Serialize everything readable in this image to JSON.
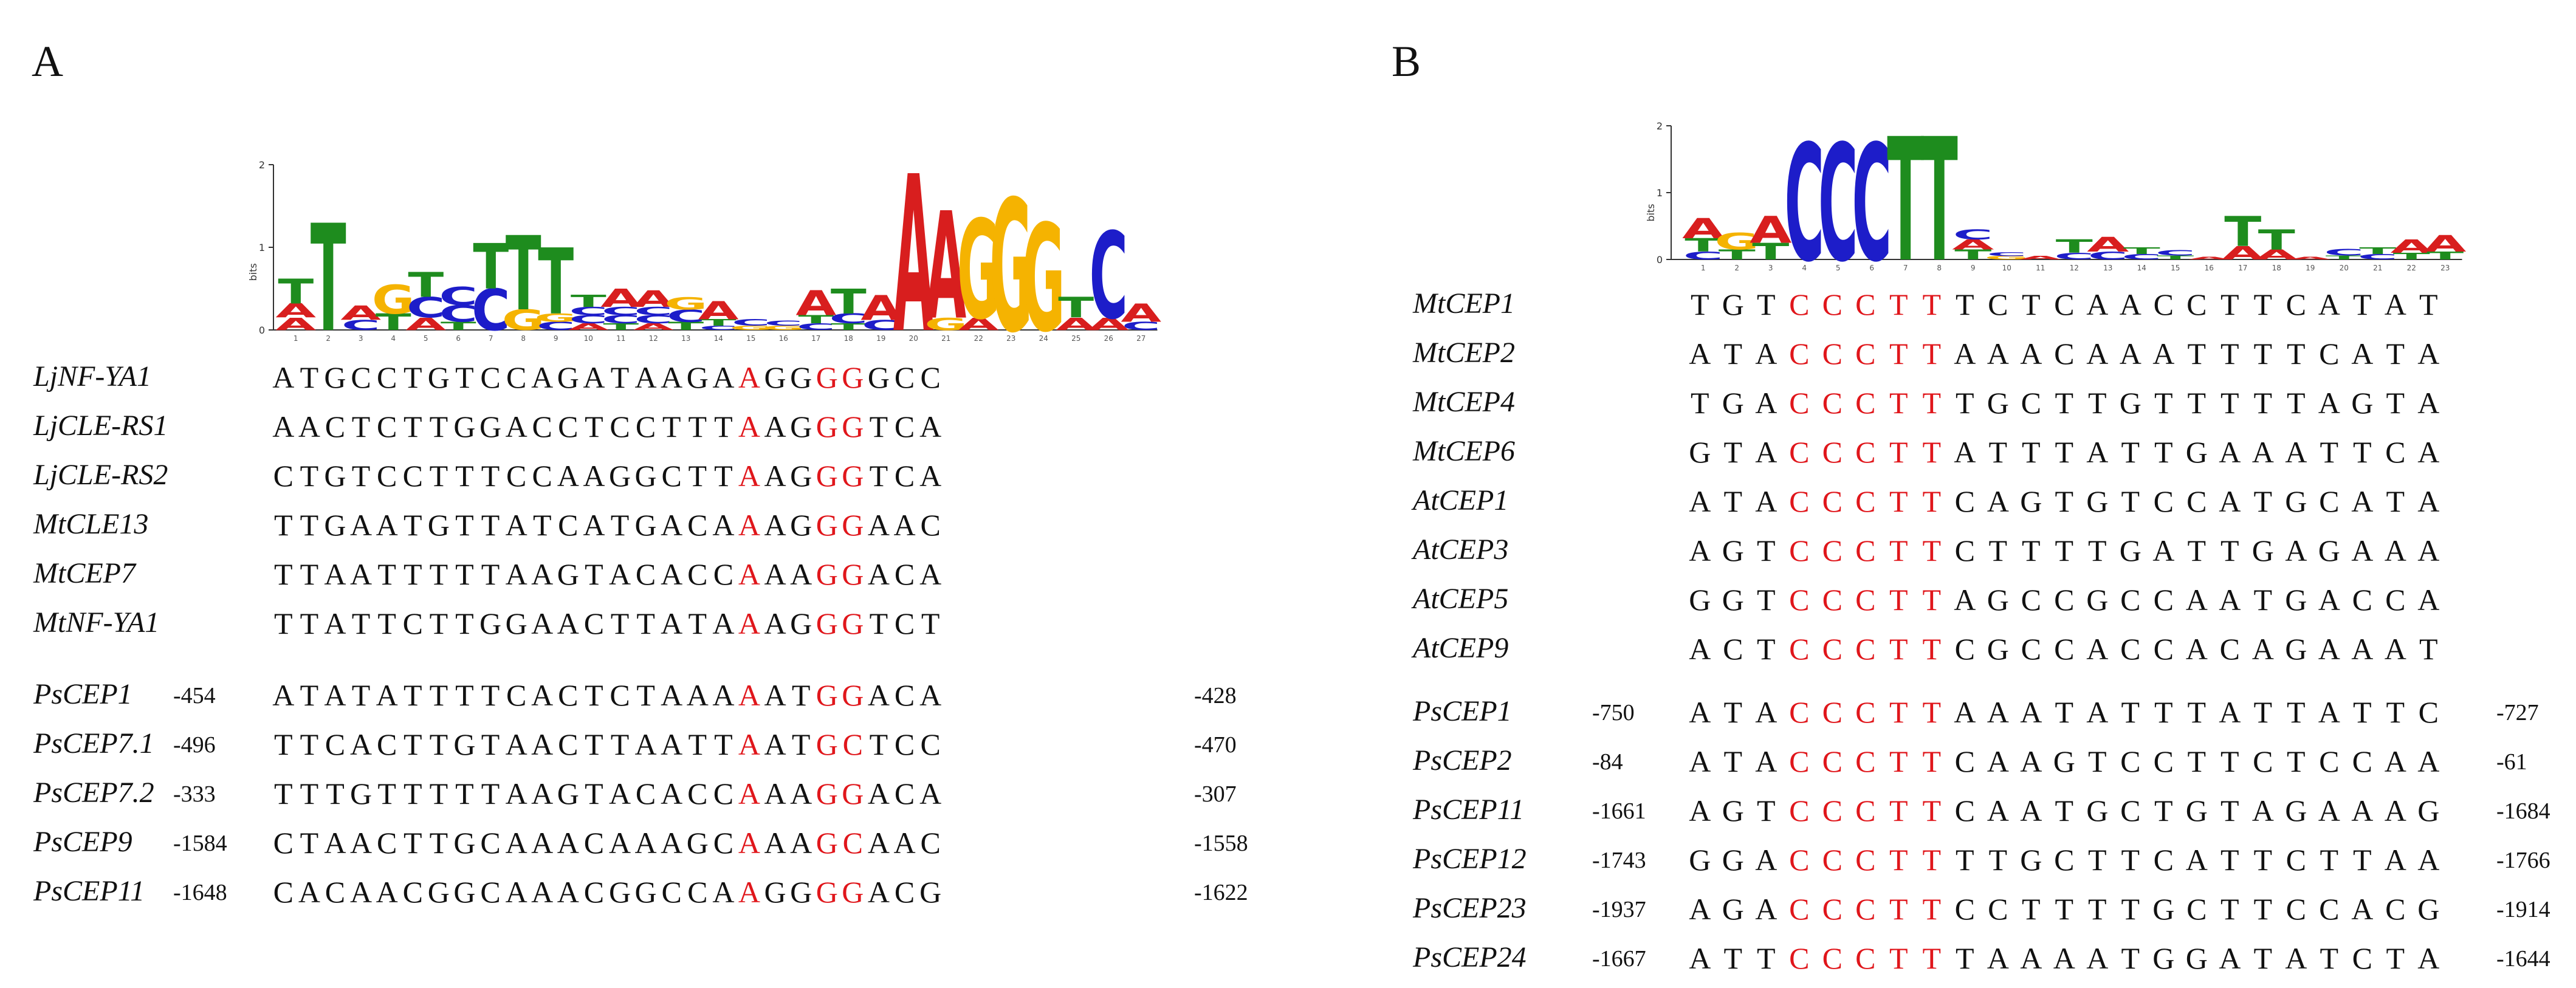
{
  "colors": {
    "A": "#d81e1e",
    "C": "#1d1dc9",
    "G": "#f5b301",
    "T": "#1e8c1e",
    "highlight": "#e0161b",
    "text": "#111111"
  },
  "panels": [
    {
      "letter": "A",
      "logo": {
        "ylabel": "bits",
        "yticks": [
          "0",
          "1",
          "2"
        ],
        "positions": [
          {
            "n": "1",
            "stack": [
              [
                "A",
                0.15
              ],
              [
                "A",
                0.17
              ],
              [
                "T",
                0.3
              ]
            ]
          },
          {
            "n": "2",
            "stack": [
              [
                "T",
                1.3
              ]
            ]
          },
          {
            "n": "3",
            "stack": [
              [
                "C",
                0.12
              ],
              [
                "A",
                0.17
              ]
            ]
          },
          {
            "n": "4",
            "stack": [
              [
                "T",
                0.2
              ],
              [
                "G",
                0.35
              ]
            ]
          },
          {
            "n": "5",
            "stack": [
              [
                "A",
                0.15
              ],
              [
                "C",
                0.25
              ],
              [
                "T",
                0.3
              ]
            ]
          },
          {
            "n": "6",
            "stack": [
              [
                "T",
                0.1
              ],
              [
                "C",
                0.2
              ],
              [
                "C",
                0.22
              ]
            ]
          },
          {
            "n": "7",
            "stack": [
              [
                "C",
                0.5
              ],
              [
                "T",
                0.55
              ]
            ]
          },
          {
            "n": "8",
            "stack": [
              [
                "G",
                0.25
              ],
              [
                "T",
                0.9
              ]
            ]
          },
          {
            "n": "9",
            "stack": [
              [
                "C",
                0.1
              ],
              [
                "G",
                0.1
              ],
              [
                "T",
                0.8
              ]
            ]
          },
          {
            "n": "10",
            "stack": [
              [
                "A",
                0.08
              ],
              [
                "C",
                0.1
              ],
              [
                "C",
                0.1
              ],
              [
                "T",
                0.15
              ]
            ]
          },
          {
            "n": "11",
            "stack": [
              [
                "T",
                0.08
              ],
              [
                "C",
                0.1
              ],
              [
                "C",
                0.1
              ],
              [
                "A",
                0.22
              ]
            ]
          },
          {
            "n": "12",
            "stack": [
              [
                "A",
                0.08
              ],
              [
                "C",
                0.1
              ],
              [
                "C",
                0.1
              ],
              [
                "A",
                0.2
              ]
            ]
          },
          {
            "n": "13",
            "stack": [
              [
                "T",
                0.1
              ],
              [
                "C",
                0.15
              ],
              [
                "G",
                0.15
              ]
            ]
          },
          {
            "n": "14",
            "stack": [
              [
                "C",
                0.05
              ],
              [
                "T",
                0.08
              ],
              [
                "A",
                0.22
              ]
            ]
          },
          {
            "n": "15",
            "stack": [
              [
                "G",
                0.05
              ],
              [
                "C",
                0.08
              ]
            ]
          },
          {
            "n": "16",
            "stack": [
              [
                "G",
                0.05
              ],
              [
                "C",
                0.06
              ]
            ]
          },
          {
            "n": "17",
            "stack": [
              [
                "C",
                0.08
              ],
              [
                "T",
                0.1
              ],
              [
                "A",
                0.3
              ]
            ]
          },
          {
            "n": "18",
            "stack": [
              [
                "T",
                0.08
              ],
              [
                "C",
                0.12
              ],
              [
                "T",
                0.3
              ]
            ]
          },
          {
            "n": "19",
            "stack": [
              [
                "C",
                0.12
              ],
              [
                "A",
                0.3
              ]
            ]
          },
          {
            "n": "20",
            "stack": [
              [
                "A",
                1.9
              ]
            ]
          },
          {
            "n": "21",
            "stack": [
              [
                "G",
                0.15
              ],
              [
                "A",
                1.3
              ]
            ]
          },
          {
            "n": "22",
            "stack": [
              [
                "A",
                0.15
              ],
              [
                "G",
                1.2
              ]
            ]
          },
          {
            "n": "23",
            "stack": [
              [
                "G",
                1.6
              ]
            ]
          },
          {
            "n": "24",
            "stack": [
              [
                "G",
                1.3
              ]
            ]
          },
          {
            "n": "25",
            "stack": [
              [
                "A",
                0.15
              ],
              [
                "T",
                0.25
              ]
            ]
          },
          {
            "n": "26",
            "stack": [
              [
                "A",
                0.15
              ],
              [
                "C",
                1.05
              ]
            ]
          },
          {
            "n": "27",
            "stack": [
              [
                "C",
                0.1
              ],
              [
                "A",
                0.22
              ]
            ]
          }
        ]
      },
      "groups": [
        {
          "rows": [
            {
              "name": "LjNF-YA1",
              "seq": "ATGCCTGTCCAGATAAGAAGGGGGCC",
              "hl": [
                18,
                21,
                22
              ]
            },
            {
              "name": "LjCLE-RS1",
              "seq": "AACTCTTGGACCTCCTTTAAGGGTCA",
              "hl": [
                18,
                21,
                22
              ]
            },
            {
              "name": "LjCLE-RS2",
              "seq": "CTGTCCTTTCCAAGGCTTAAGGGTCA",
              "hl": [
                18,
                21,
                22
              ]
            },
            {
              "name": "MtCLE13",
              "seq": "TTGAATGTTATCATGACAAAGGGAAC",
              "hl": [
                18,
                21,
                22
              ]
            },
            {
              "name": "MtCEP7",
              "seq": "TTAATTTTTAAGTACACCAAAGGACA",
              "hl": [
                18,
                21,
                22
              ]
            },
            {
              "name": "MtNF-YA1",
              "seq": "TTATTCTTGGAACTTATAAAGGGTCT",
              "hl": [
                18,
                21,
                22
              ]
            }
          ]
        },
        {
          "rows": [
            {
              "name": "PsCEP1",
              "start": "-454",
              "seq": "ATATATTTTCACTCTAAAAATGGACA",
              "end": "-428",
              "hl": [
                18,
                21,
                22
              ]
            },
            {
              "name": "PsCEP7.1",
              "start": "-496",
              "seq": "TTCACTTGTAACTTAATTAATGCTCC",
              "end": "-470",
              "hl": [
                18,
                21,
                22
              ]
            },
            {
              "name": "PsCEP7.2",
              "start": "-333",
              "seq": "TTTGTTTTTAAGTACACCAAAGGACA",
              "end": "-307",
              "hl": [
                18,
                21,
                22
              ]
            },
            {
              "name": "PsCEP9",
              "start": "-1584",
              "seq": "CTAACTTGCAAACAAAGCAAAGCAAC",
              "end": "-1558",
              "hl": [
                18,
                21,
                22
              ]
            },
            {
              "name": "PsCEP11",
              "start": "-1648",
              "seq": "CACAACGGCAAACGGCCAAGGGGACG",
              "end": "-1622",
              "hl": [
                18,
                21,
                22
              ]
            }
          ]
        }
      ]
    },
    {
      "letter": "B",
      "logo": {
        "ylabel": "bits",
        "yticks": [
          "0",
          "1",
          "2"
        ],
        "positions": [
          {
            "n": "1",
            "stack": [
              [
                "C",
                0.12
              ],
              [
                "T",
                0.2
              ],
              [
                "A",
                0.3
              ]
            ]
          },
          {
            "n": "2",
            "stack": [
              [
                "T",
                0.15
              ],
              [
                "G",
                0.25
              ]
            ]
          },
          {
            "n": "3",
            "stack": [
              [
                "T",
                0.25
              ],
              [
                "A",
                0.4
              ]
            ]
          },
          {
            "n": "4",
            "stack": [
              [
                "C",
                1.75
              ]
            ]
          },
          {
            "n": "5",
            "stack": [
              [
                "C",
                1.75
              ]
            ]
          },
          {
            "n": "6",
            "stack": [
              [
                "C",
                1.75
              ]
            ]
          },
          {
            "n": "7",
            "stack": [
              [
                "T",
                1.85
              ]
            ]
          },
          {
            "n": "8",
            "stack": [
              [
                "T",
                1.85
              ]
            ]
          },
          {
            "n": "9",
            "stack": [
              [
                "T",
                0.15
              ],
              [
                "A",
                0.15
              ],
              [
                "C",
                0.15
              ]
            ]
          },
          {
            "n": "10",
            "stack": [
              [
                "G",
                0.05
              ],
              [
                "C",
                0.06
              ]
            ]
          },
          {
            "n": "11",
            "stack": [
              [
                "A",
                0.05
              ]
            ]
          },
          {
            "n": "12",
            "stack": [
              [
                "C",
                0.1
              ],
              [
                "T",
                0.2
              ]
            ]
          },
          {
            "n": "13",
            "stack": [
              [
                "C",
                0.12
              ],
              [
                "A",
                0.22
              ]
            ]
          },
          {
            "n": "14",
            "stack": [
              [
                "C",
                0.08
              ],
              [
                "T",
                0.1
              ]
            ]
          },
          {
            "n": "15",
            "stack": [
              [
                "T",
                0.06
              ],
              [
                "C",
                0.08
              ]
            ]
          },
          {
            "n": "16",
            "stack": [
              [
                "A",
                0.04
              ]
            ]
          },
          {
            "n": "17",
            "stack": [
              [
                "A",
                0.2
              ],
              [
                "T",
                0.45
              ]
            ]
          },
          {
            "n": "18",
            "stack": [
              [
                "A",
                0.15
              ],
              [
                "T",
                0.3
              ]
            ]
          },
          {
            "n": "19",
            "stack": [
              [
                "A",
                0.04
              ]
            ]
          },
          {
            "n": "20",
            "stack": [
              [
                "T",
                0.06
              ],
              [
                "C",
                0.1
              ]
            ]
          },
          {
            "n": "21",
            "stack": [
              [
                "C",
                0.08
              ],
              [
                "T",
                0.1
              ]
            ]
          },
          {
            "n": "22",
            "stack": [
              [
                "T",
                0.1
              ],
              [
                "A",
                0.2
              ]
            ]
          },
          {
            "n": "23",
            "stack": [
              [
                "T",
                0.12
              ],
              [
                "A",
                0.25
              ]
            ]
          }
        ]
      },
      "groups": [
        {
          "rows": [
            {
              "name": "MtCEP1",
              "seq": "TGTCCCTTTCTCAACCTTCATAT",
              "hl": [
                3,
                4,
                5,
                6,
                7
              ]
            },
            {
              "name": "MtCEP2",
              "seq": "ATACCCTTAAACAAATTTTCATA",
              "hl": [
                3,
                4,
                5,
                6,
                7
              ]
            },
            {
              "name": "MtCEP4",
              "seq": "TGACCCTTTGCTTGTTTTTAGTA",
              "hl": [
                3,
                4,
                5,
                6,
                7
              ]
            },
            {
              "name": "MtCEP6",
              "seq": "GTACCCTTATTTATTGAAATTCA",
              "hl": [
                3,
                4,
                5,
                6,
                7
              ]
            },
            {
              "name": "AtCEP1",
              "seq": "ATACCCTTCAGTGTCCATGCATA",
              "hl": [
                3,
                4,
                5,
                6,
                7
              ]
            },
            {
              "name": "AtCEP3",
              "seq": "AGTCCCTTCTTTTGATTGAGAAA",
              "hl": [
                3,
                4,
                5,
                6,
                7
              ]
            },
            {
              "name": "AtCEP5",
              "seq": "GGTCCCTTAGCCGCCAATGACCA",
              "hl": [
                3,
                4,
                5,
                6,
                7
              ]
            },
            {
              "name": "AtCEP9",
              "seq": "ACTCCCTTCGCCACCACAGAAAT",
              "hl": [
                3,
                4,
                5,
                6,
                7
              ]
            }
          ]
        },
        {
          "rows": [
            {
              "name": "PsCEP1",
              "start": "-750",
              "seq": "ATACCCTTAAATATTTATTATTC",
              "end": "-727",
              "hl": [
                3,
                4,
                5,
                6,
                7
              ]
            },
            {
              "name": "PsCEP2",
              "start": "-84",
              "seq": "ATACCCTTCAAGTCCTTCTCCAA",
              "end": "-61",
              "hl": [
                3,
                4,
                5,
                6,
                7
              ]
            },
            {
              "name": "PsCEP11",
              "start": "-1661",
              "seq": "AGTCCCTTCAATGCTGTAGAAAG",
              "end": "-1684",
              "hl": [
                3,
                4,
                5,
                6,
                7
              ]
            },
            {
              "name": "PsCEP12",
              "start": "-1743",
              "seq": "GGACCCTTTTGCTTCATTCTTAA",
              "end": "-1766",
              "hl": [
                3,
                4,
                5,
                6,
                7
              ]
            },
            {
              "name": "PsCEP23",
              "start": "-1937",
              "seq": "AGACCCTTCCTTTTGCTTCCACG",
              "end": "-1914",
              "hl": [
                3,
                4,
                5,
                6,
                7
              ]
            },
            {
              "name": "PsCEP24",
              "start": "-1667",
              "seq": "ATTCCCTTTAAAATGGATATCTA",
              "end": "-1644",
              "hl": [
                3,
                4,
                5,
                6,
                7
              ]
            }
          ]
        }
      ]
    }
  ]
}
